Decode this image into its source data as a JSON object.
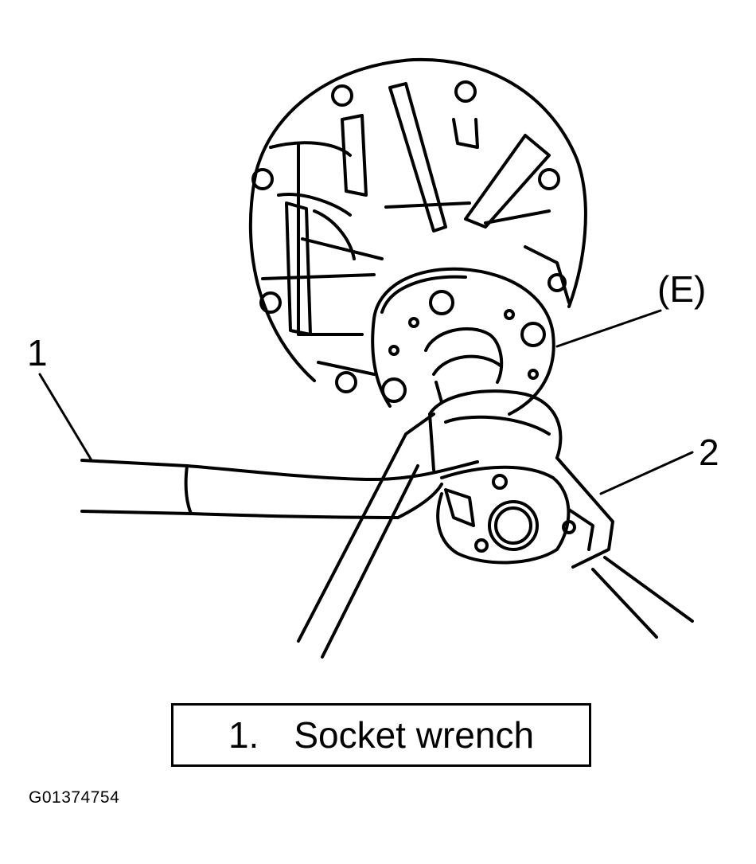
{
  "callouts": {
    "label_1": "1",
    "label_2": "2",
    "label_e": "(E)"
  },
  "legend": {
    "number": "1.",
    "text": "Socket wrench"
  },
  "figure_id": "G01374754",
  "colors": {
    "ink": "#000000",
    "paper": "#ffffff"
  }
}
